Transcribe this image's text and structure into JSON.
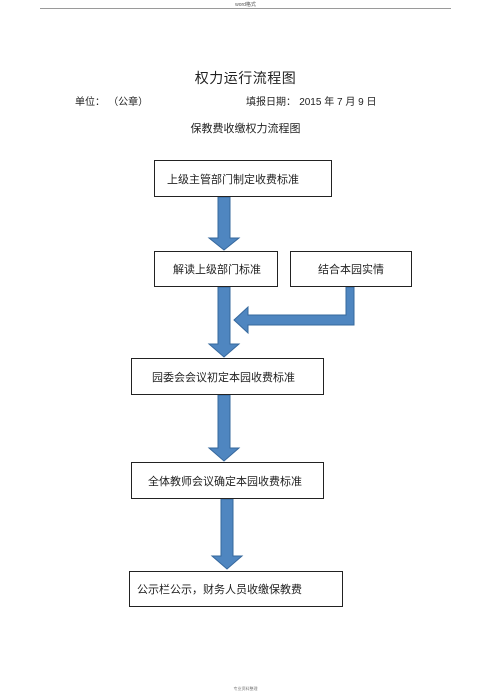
{
  "page": {
    "header_text": "word格式",
    "footer_text": "专业资料整理"
  },
  "document": {
    "title": "权力运行流程图",
    "unit_label": "单位：",
    "unit_value": "（公章）",
    "date_label": "填报日期：",
    "date_value": "2015 年 7 月 9 日",
    "subtitle": "保教费收缴权力流程图"
  },
  "flowchart": {
    "steps": [
      "上级主管部门制定收费标准",
      "解读上级部门标准",
      "结合本园实情",
      "园委会会议初定本园收费标准",
      "全体教师会议确定本园收费标准",
      "公示栏公示，财务人员收缴保教费"
    ],
    "arrow_color": "#4f86c0",
    "arrow_edge_color": "#36689d"
  }
}
